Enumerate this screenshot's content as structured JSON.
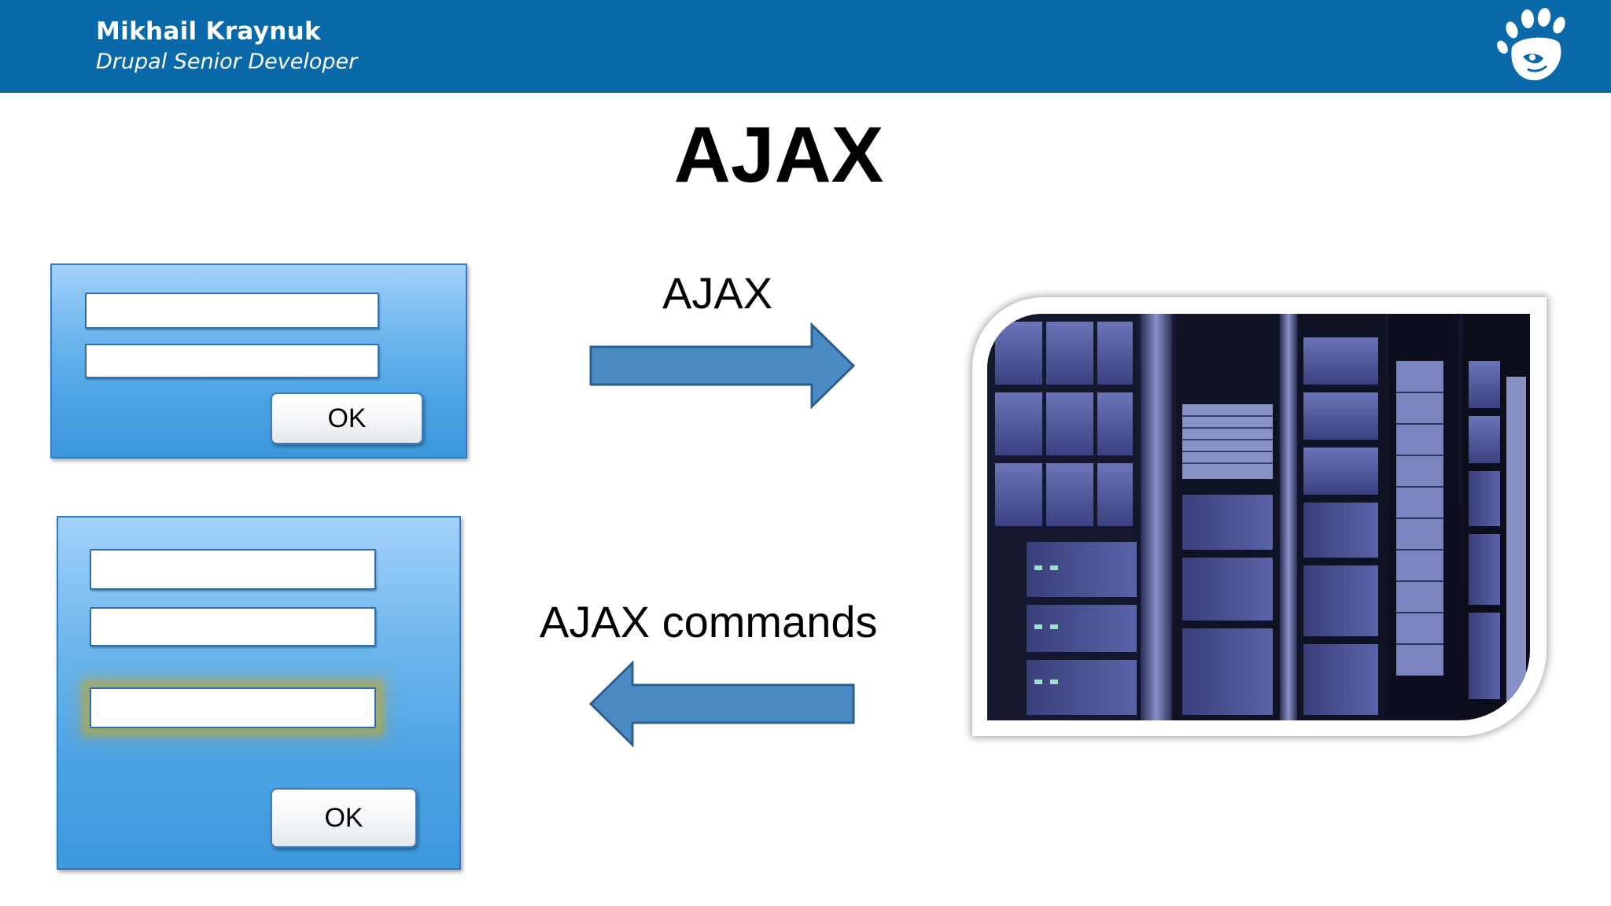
{
  "header": {
    "presenter_name": "Mikhail Kraynuk",
    "presenter_title": "Drupal Senior Developer",
    "logo_icon": "drupal-paw-logo-icon",
    "background_color": "#0a69a8"
  },
  "slide": {
    "title": "AJAX"
  },
  "form_top": {
    "button_label": "OK"
  },
  "form_bottom": {
    "button_label": "OK"
  },
  "arrows": {
    "request_label": "AJAX",
    "response_label": "AJAX commands",
    "color": "#4a8bc4"
  },
  "server": {
    "image_subject": "server-racks"
  }
}
